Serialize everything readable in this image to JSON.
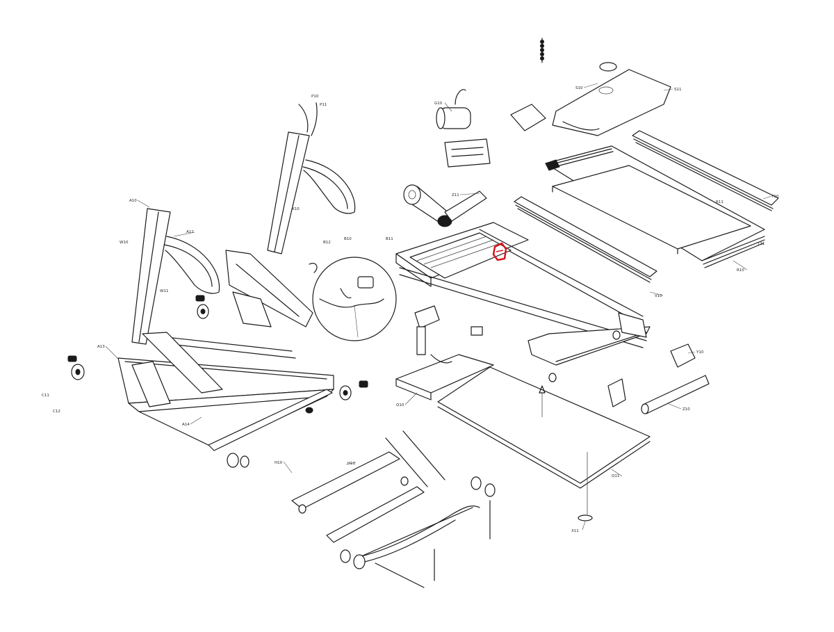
{
  "diagram": {
    "highlight_color": "#d8141a",
    "line_color": "#1a1a1a",
    "labels": [
      {
        "text": "A10",
        "part": "frame-side-rail"
      },
      {
        "text": "A12",
        "part": "handle-rail-left"
      },
      {
        "text": "A13",
        "part": "frame-side-rail"
      },
      {
        "text": "A14",
        "part": "rear-cross-tube"
      },
      {
        "text": "B10",
        "part": "deck-frame"
      },
      {
        "text": "B11",
        "part": "deck-frame"
      },
      {
        "text": "B12",
        "part": "deck-frame"
      },
      {
        "text": "C11",
        "part": "lower-frame"
      },
      {
        "text": "C12",
        "part": "lower-frame"
      },
      {
        "text": "G10",
        "part": "motor"
      },
      {
        "text": "H10",
        "part": "lift-frame"
      },
      {
        "text": "H11",
        "part": "lift-frame"
      },
      {
        "text": "P10",
        "part": "wiring"
      },
      {
        "text": "P11",
        "part": "wiring"
      },
      {
        "text": "Q10",
        "part": "base-plate"
      },
      {
        "text": "Q11",
        "part": "base-plate"
      },
      {
        "text": "R10",
        "part": "running-belt"
      },
      {
        "text": "R11",
        "part": "deck-board"
      },
      {
        "text": "S10",
        "part": "motor-cover"
      },
      {
        "text": "S11",
        "part": "motor-cover"
      },
      {
        "text": "T10",
        "part": "side-rail"
      },
      {
        "text": "T11",
        "part": "side-rail"
      },
      {
        "text": "V10",
        "part": "foot-pad"
      },
      {
        "text": "W10",
        "part": "wheel"
      },
      {
        "text": "W11",
        "part": "wheel"
      },
      {
        "text": "X10",
        "part": "leg"
      },
      {
        "text": "X11",
        "part": "leg"
      },
      {
        "text": "Y10",
        "part": "bracket"
      },
      {
        "text": "Z10",
        "part": "roller"
      },
      {
        "text": "Z11",
        "part": "roller"
      }
    ]
  }
}
